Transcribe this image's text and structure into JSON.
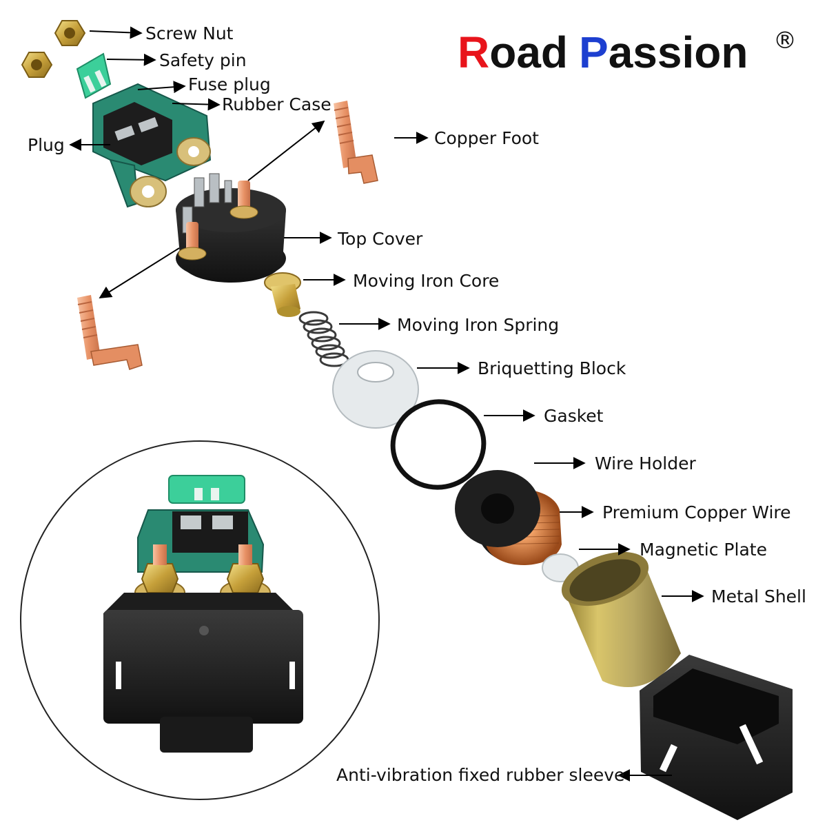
{
  "brand": {
    "first_initial": "R",
    "first_rest": "oad",
    "second_initial": "P",
    "second_rest": "assion",
    "registered_mark": "®",
    "colors": {
      "red": "#e8141b",
      "blue": "#1d3fd0",
      "black": "#111111"
    }
  },
  "parts": {
    "screw_nut": "Screw Nut",
    "safety_pin": "Safety pin",
    "fuse_plug": "Fuse plug",
    "rubber_case": "Rubber Case",
    "plug": "Plug",
    "copper_foot": "Copper Foot",
    "top_cover": "Top Cover",
    "moving_iron_core": "Moving Iron Core",
    "moving_iron_spring": "Moving Iron Spring",
    "briquetting_block": "Briquetting Block",
    "gasket": "Gasket",
    "wire_holder": "Wire Holder",
    "premium_copper_wire": "Premium Copper Wire",
    "magnetic_plate": "Magnetic Plate",
    "metal_shell": "Metal Shell",
    "rubber_sleeve": "Anti-vibration fixed rubber sleeve"
  },
  "colors": {
    "case_green": "#2a8a72",
    "fuse_green": "#3ccf9a",
    "copper": "#e49a6e",
    "brass": "#c9a23a",
    "body_black": "#1c1c1c",
    "silver": "#dfe3e6"
  }
}
